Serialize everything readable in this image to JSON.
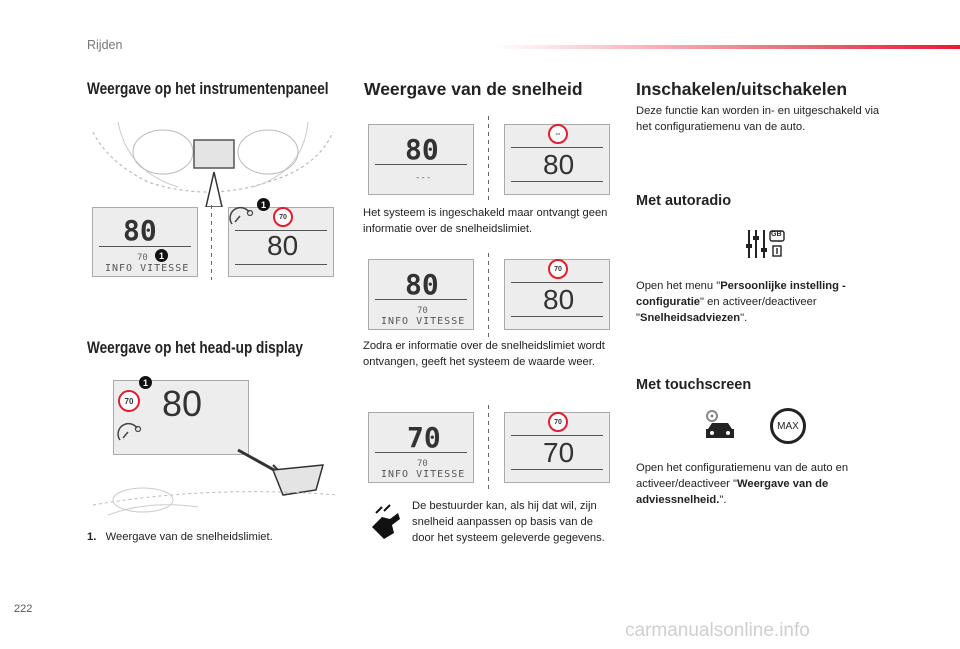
{
  "header": {
    "section": "Rijden",
    "accent": "#e51c30"
  },
  "left": {
    "title1": "Weergave op het instrumentenpaneel",
    "title2": "Weergave op het head-up display",
    "footnote_num": "1.",
    "footnote_text": "Weergave van de snelheidslimiet.",
    "cluster_speed": "80",
    "cluster_limit": "70",
    "cluster_info": "INFO VITESSE",
    "badge": "1",
    "cluster_right_speed": "80",
    "cluster_right_sign": "70",
    "hud_speed": "80",
    "hud_sign": "70"
  },
  "middle": {
    "title": "Weergave van de snelheid",
    "row1": {
      "left_speed": "80",
      "left_sub": "---",
      "right_sign": "--",
      "right_speed": "80"
    },
    "text1": "Het systeem is ingeschakeld maar ontvangt geen informatie over de snelheidslimiet.",
    "row2": {
      "left_speed": "80",
      "left_limit": "70",
      "left_info": "INFO VITESSE",
      "right_sign": "70",
      "right_speed": "80"
    },
    "text2": "Zodra er informatie over de snelheidslimiet wordt ontvangen, geeft het systeem de waarde weer.",
    "row3": {
      "left_speed": "70",
      "left_limit": "70",
      "left_info": "INFO VITESSE",
      "right_sign": "70",
      "right_speed": "70"
    },
    "text3": "De bestuurder kan, als hij dat wil, zijn snelheid aanpassen op basis van de door het systeem geleverde gegevens."
  },
  "right": {
    "title": "Inschakelen/uitschakelen",
    "intro": "Deze functie kan worden in- en uitgeschakeld via het configuratiemenu van de auto.",
    "h_radio": "Met autoradio",
    "radio_p1": "Open het menu \"",
    "radio_b1": "Persoonlijke instelling - configuratie",
    "radio_p2": "\" en activeer/deactiveer \"",
    "radio_b2": "Snelheidsadviezen",
    "radio_p3": "\".",
    "gb_label": "GB",
    "h_touch": "Met touchscreen",
    "max_label": "MAX",
    "touch_p1": "Open het configuratiemenu van de auto en activeer/deactiveer \"",
    "touch_b1": "Weergave van de adviessnelheid.",
    "touch_p2": "\"."
  },
  "footer": {
    "page_number": "222",
    "watermark": "carmanualsonline.info"
  }
}
